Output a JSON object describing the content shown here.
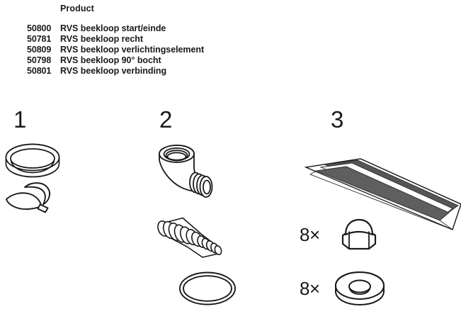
{
  "parts_table": {
    "columns": [
      "",
      "Product"
    ],
    "header": {
      "code_label": "",
      "product_label": "Product"
    },
    "rows": [
      {
        "code": "50800",
        "name": "RVS beekloop start/einde"
      },
      {
        "code": "50781",
        "name": "RVS beekloop recht"
      },
      {
        "code": "50809",
        "name": "RVS beekloop verlichtingselement"
      },
      {
        "code": "50798",
        "name": "RVS beekloop 90° bocht"
      },
      {
        "code": "50801",
        "name": "RVS beekloop verbinding"
      }
    ]
  },
  "sections": [
    {
      "number": "1",
      "illustrations": [
        "collar-ring",
        "hook-clip"
      ]
    },
    {
      "number": "2",
      "illustrations": [
        "elbow-fitting",
        "hose-barb",
        "o-ring"
      ]
    },
    {
      "number": "3",
      "illustrations": [
        "rail-strip",
        "cap-nut",
        "flat-washer"
      ]
    }
  ],
  "quantities": {
    "cap_nut": "8×",
    "flat_washer": "8×"
  },
  "colors": {
    "background": "#ffffff",
    "line": "#1a1a1a",
    "text": "#1a1a1a",
    "stripe_dark": "#565656",
    "stripe_dark_alt": "#5f5f5f",
    "fill_white": "#ffffff"
  }
}
